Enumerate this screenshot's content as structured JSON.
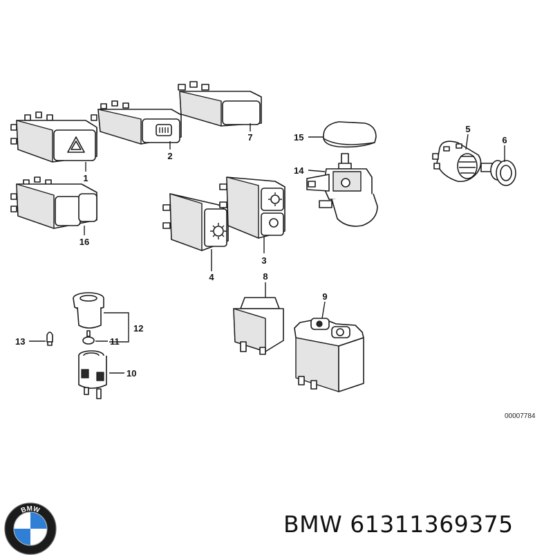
{
  "diagram": {
    "callouts": {
      "c1": "1",
      "c2": "2",
      "c3": "3",
      "c4": "4",
      "c5": "5",
      "c6": "6",
      "c7": "7",
      "c8": "8",
      "c9": "9",
      "c10": "10",
      "c11": "11",
      "c12": "12",
      "c13": "13",
      "c14": "14",
      "c15": "15",
      "c16": "16"
    },
    "reference_code": "00007784"
  },
  "branding": {
    "logo_letters": "BMW",
    "caption": "BMW 61311369375"
  },
  "colors": {
    "line": "#1a1a1a",
    "background": "#ffffff",
    "logo_blue": "#2f7fd6"
  }
}
